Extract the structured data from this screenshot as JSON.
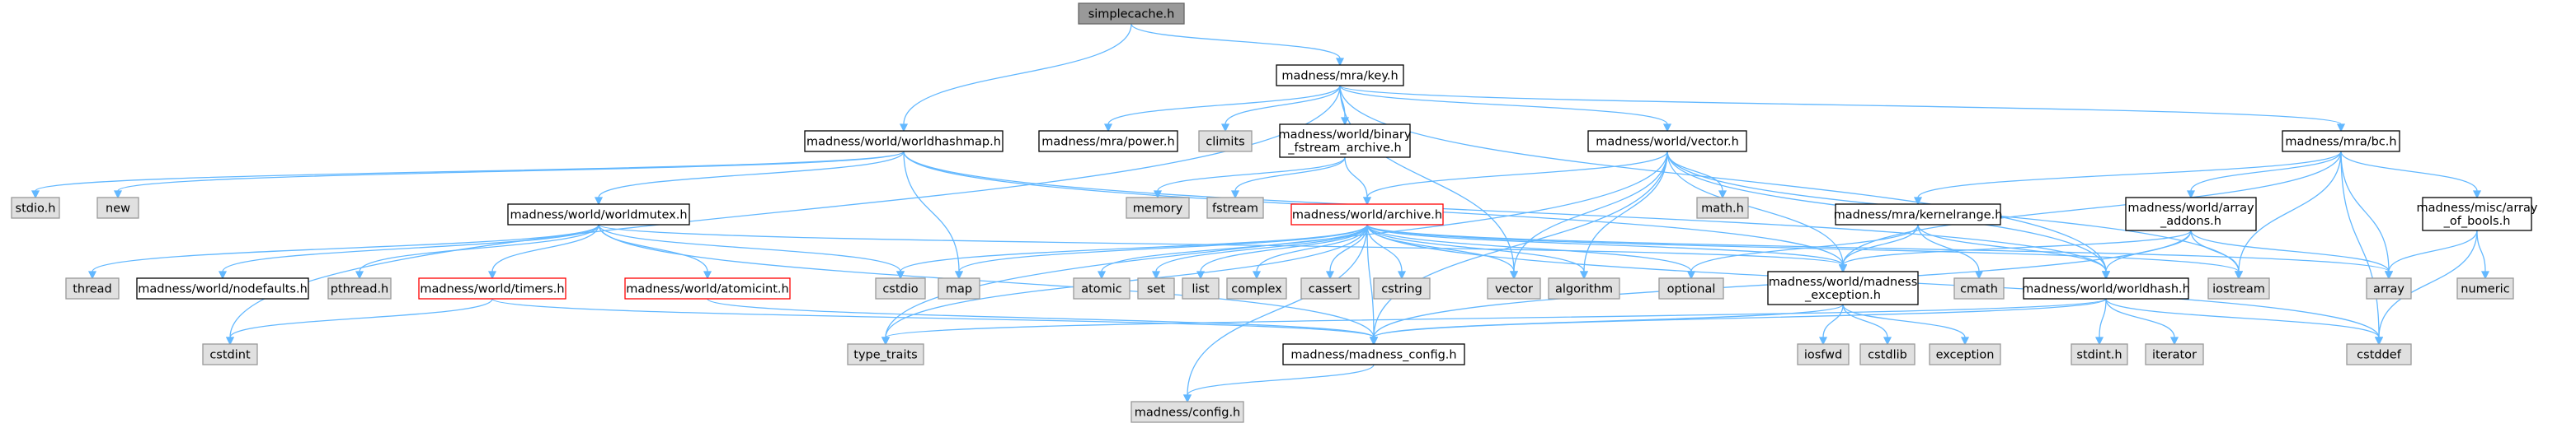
{
  "colors": {
    "edge": "#63B8FF",
    "root_fill": "#999999",
    "root_stroke": "#666666",
    "doc_fill": "#FFFFFF",
    "doc_stroke": "#000000",
    "sys_fill": "#E0E0E0",
    "sys_stroke": "#999999",
    "trunc_stroke": "#FF0000"
  },
  "nodes": [
    {
      "id": "simplecache",
      "kind": "root",
      "lines": [
        "simplecache.h"
      ]
    },
    {
      "id": "key",
      "kind": "doc",
      "lines": [
        "madness/mra/key.h"
      ]
    },
    {
      "id": "worldhashmap",
      "kind": "doc",
      "lines": [
        "madness/world/worldhashmap.h"
      ]
    },
    {
      "id": "power",
      "kind": "doc",
      "lines": [
        "madness/mra/power.h"
      ]
    },
    {
      "id": "climits",
      "kind": "sys",
      "lines": [
        "climits"
      ]
    },
    {
      "id": "binfstream",
      "kind": "doc",
      "lines": [
        "madness/world/binary",
        "_fstream_archive.h"
      ]
    },
    {
      "id": "vectorh",
      "kind": "doc",
      "lines": [
        "madness/world/vector.h"
      ]
    },
    {
      "id": "bc",
      "kind": "doc",
      "lines": [
        "madness/mra/bc.h"
      ]
    },
    {
      "id": "stdioh",
      "kind": "sys",
      "lines": [
        "stdio.h"
      ]
    },
    {
      "id": "new",
      "kind": "sys",
      "lines": [
        "new"
      ]
    },
    {
      "id": "memory",
      "kind": "sys",
      "lines": [
        "memory"
      ]
    },
    {
      "id": "fstream",
      "kind": "sys",
      "lines": [
        "fstream"
      ]
    },
    {
      "id": "archive",
      "kind": "trunc",
      "lines": [
        "madness/world/archive.h"
      ]
    },
    {
      "id": "mathh",
      "kind": "sys",
      "lines": [
        "math.h"
      ]
    },
    {
      "id": "kernelrange",
      "kind": "doc",
      "lines": [
        "madness/mra/kernelrange.h"
      ]
    },
    {
      "id": "arrayaddons",
      "kind": "doc",
      "lines": [
        "madness/world/array",
        "_addons.h"
      ]
    },
    {
      "id": "arrayofbools",
      "kind": "doc",
      "lines": [
        "madness/misc/array",
        "_of_bools.h"
      ]
    },
    {
      "id": "worldmutex",
      "kind": "doc",
      "lines": [
        "madness/world/worldmutex.h"
      ]
    },
    {
      "id": "thread",
      "kind": "sys",
      "lines": [
        "thread"
      ]
    },
    {
      "id": "nodefaults",
      "kind": "doc",
      "lines": [
        "madness/world/nodefaults.h"
      ]
    },
    {
      "id": "pthreadh",
      "kind": "sys",
      "lines": [
        "pthread.h"
      ]
    },
    {
      "id": "timers",
      "kind": "trunc",
      "lines": [
        "madness/world/timers.h"
      ]
    },
    {
      "id": "atomicint",
      "kind": "trunc",
      "lines": [
        "madness/world/atomicint.h"
      ]
    },
    {
      "id": "cstdio",
      "kind": "sys",
      "lines": [
        "cstdio"
      ]
    },
    {
      "id": "map",
      "kind": "sys",
      "lines": [
        "map"
      ]
    },
    {
      "id": "atomic",
      "kind": "sys",
      "lines": [
        "atomic"
      ]
    },
    {
      "id": "set",
      "kind": "sys",
      "lines": [
        "set"
      ]
    },
    {
      "id": "list",
      "kind": "sys",
      "lines": [
        "list"
      ]
    },
    {
      "id": "complex",
      "kind": "sys",
      "lines": [
        "complex"
      ]
    },
    {
      "id": "cassert",
      "kind": "sys",
      "lines": [
        "cassert"
      ]
    },
    {
      "id": "cstring",
      "kind": "sys",
      "lines": [
        "cstring"
      ]
    },
    {
      "id": "vector",
      "kind": "sys",
      "lines": [
        "vector"
      ]
    },
    {
      "id": "algorithm",
      "kind": "sys",
      "lines": [
        "algorithm"
      ]
    },
    {
      "id": "optional",
      "kind": "sys",
      "lines": [
        "optional"
      ]
    },
    {
      "id": "madexc",
      "kind": "doc",
      "lines": [
        "madness/world/madness",
        "_exception.h"
      ]
    },
    {
      "id": "cmath",
      "kind": "sys",
      "lines": [
        "cmath"
      ]
    },
    {
      "id": "worldhash",
      "kind": "doc",
      "lines": [
        "madness/world/worldhash.h"
      ]
    },
    {
      "id": "iostream",
      "kind": "sys",
      "lines": [
        "iostream"
      ]
    },
    {
      "id": "array",
      "kind": "sys",
      "lines": [
        "array"
      ]
    },
    {
      "id": "numeric",
      "kind": "sys",
      "lines": [
        "numeric"
      ]
    },
    {
      "id": "cstdint",
      "kind": "sys",
      "lines": [
        "cstdint"
      ]
    },
    {
      "id": "typetraits",
      "kind": "sys",
      "lines": [
        "type_traits"
      ]
    },
    {
      "id": "madconfig",
      "kind": "doc",
      "lines": [
        "madness/madness_config.h"
      ]
    },
    {
      "id": "iosfwd",
      "kind": "sys",
      "lines": [
        "iosfwd"
      ]
    },
    {
      "id": "cstdlib",
      "kind": "sys",
      "lines": [
        "cstdlib"
      ]
    },
    {
      "id": "exception",
      "kind": "sys",
      "lines": [
        "exception"
      ]
    },
    {
      "id": "stdinth",
      "kind": "sys",
      "lines": [
        "stdint.h"
      ]
    },
    {
      "id": "iterator",
      "kind": "sys",
      "lines": [
        "iterator"
      ]
    },
    {
      "id": "cstddef",
      "kind": "sys",
      "lines": [
        "cstddef"
      ]
    },
    {
      "id": "config",
      "kind": "sys",
      "lines": [
        "madness/config.h"
      ]
    }
  ],
  "edges": [
    [
      "simplecache",
      "key"
    ],
    [
      "simplecache",
      "worldhashmap"
    ],
    [
      "key",
      "power"
    ],
    [
      "key",
      "climits"
    ],
    [
      "key",
      "binfstream"
    ],
    [
      "key",
      "vectorh"
    ],
    [
      "key",
      "bc"
    ],
    [
      "key",
      "cstdint"
    ],
    [
      "key",
      "vector"
    ],
    [
      "key",
      "worldhash"
    ],
    [
      "worldhashmap",
      "worldmutex"
    ],
    [
      "worldhashmap",
      "stdioh"
    ],
    [
      "worldhashmap",
      "new"
    ],
    [
      "worldhashmap",
      "map"
    ],
    [
      "worldhashmap",
      "madexc"
    ],
    [
      "worldhashmap",
      "worldhash"
    ],
    [
      "binfstream",
      "memory"
    ],
    [
      "binfstream",
      "fstream"
    ],
    [
      "binfstream",
      "archive"
    ],
    [
      "vectorh",
      "archive"
    ],
    [
      "vectorh",
      "mathh"
    ],
    [
      "vectorh",
      "vector"
    ],
    [
      "vectorh",
      "algorithm"
    ],
    [
      "vectorh",
      "madexc"
    ],
    [
      "vectorh",
      "madconfig"
    ],
    [
      "vectorh",
      "worldhash"
    ],
    [
      "vectorh",
      "iostream"
    ],
    [
      "vectorh",
      "typetraits"
    ],
    [
      "bc",
      "kernelrange"
    ],
    [
      "bc",
      "arrayaddons"
    ],
    [
      "bc",
      "arrayofbools"
    ],
    [
      "bc",
      "iostream"
    ],
    [
      "bc",
      "array"
    ],
    [
      "bc",
      "cstddef"
    ],
    [
      "bc",
      "madexc"
    ],
    [
      "archive",
      "cstdio"
    ],
    [
      "archive",
      "map"
    ],
    [
      "archive",
      "atomic"
    ],
    [
      "archive",
      "set"
    ],
    [
      "archive",
      "list"
    ],
    [
      "archive",
      "complex"
    ],
    [
      "archive",
      "cassert"
    ],
    [
      "archive",
      "cstring"
    ],
    [
      "archive",
      "vector"
    ],
    [
      "archive",
      "algorithm"
    ],
    [
      "archive",
      "optional"
    ],
    [
      "archive",
      "madexc"
    ],
    [
      "archive",
      "iostream"
    ],
    [
      "archive",
      "array"
    ],
    [
      "archive",
      "typetraits"
    ],
    [
      "archive",
      "config"
    ],
    [
      "archive",
      "madconfig"
    ],
    [
      "archive",
      "cstddef"
    ],
    [
      "kernelrange",
      "optional"
    ],
    [
      "kernelrange",
      "madexc"
    ],
    [
      "kernelrange",
      "cmath"
    ],
    [
      "kernelrange",
      "worldhash"
    ],
    [
      "arrayaddons",
      "worldhash"
    ],
    [
      "arrayaddons",
      "madexc"
    ],
    [
      "arrayaddons",
      "iostream"
    ],
    [
      "arrayaddons",
      "array"
    ],
    [
      "arrayaddons",
      "madconfig"
    ],
    [
      "arrayofbools",
      "array"
    ],
    [
      "arrayofbools",
      "numeric"
    ],
    [
      "arrayofbools",
      "cstddef"
    ],
    [
      "worldmutex",
      "thread"
    ],
    [
      "worldmutex",
      "nodefaults"
    ],
    [
      "worldmutex",
      "pthreadh"
    ],
    [
      "worldmutex",
      "timers"
    ],
    [
      "worldmutex",
      "atomicint"
    ],
    [
      "worldmutex",
      "cstdio"
    ],
    [
      "worldmutex",
      "madexc"
    ],
    [
      "worldmutex",
      "madconfig"
    ],
    [
      "timers",
      "cstdint"
    ],
    [
      "timers",
      "madconfig"
    ],
    [
      "atomicint",
      "madconfig"
    ],
    [
      "madexc",
      "madconfig"
    ],
    [
      "madexc",
      "iosfwd"
    ],
    [
      "madexc",
      "cstdlib"
    ],
    [
      "madexc",
      "exception"
    ],
    [
      "worldhash",
      "madconfig"
    ],
    [
      "worldhash",
      "typetraits"
    ],
    [
      "worldhash",
      "stdinth"
    ],
    [
      "worldhash",
      "iterator"
    ],
    [
      "worldhash",
      "cstddef"
    ],
    [
      "madconfig",
      "config"
    ]
  ]
}
